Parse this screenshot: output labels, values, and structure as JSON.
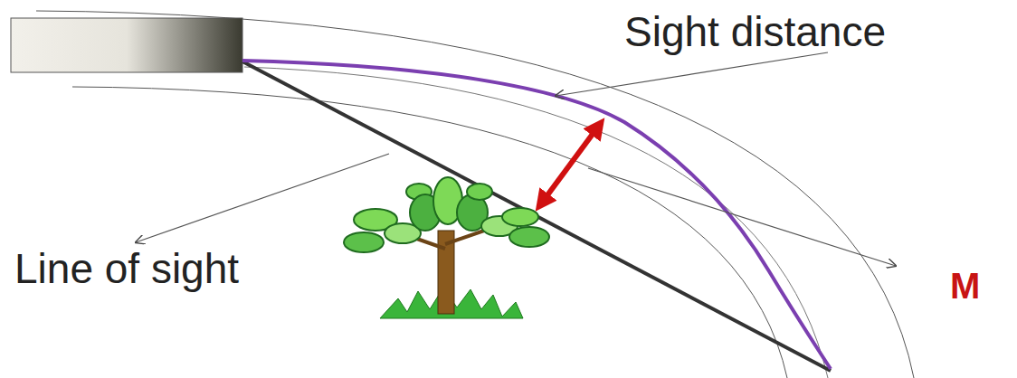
{
  "diagram": {
    "labels": [
      "Sight distance",
      "Line of sight",
      "M"
    ]
  }
}
